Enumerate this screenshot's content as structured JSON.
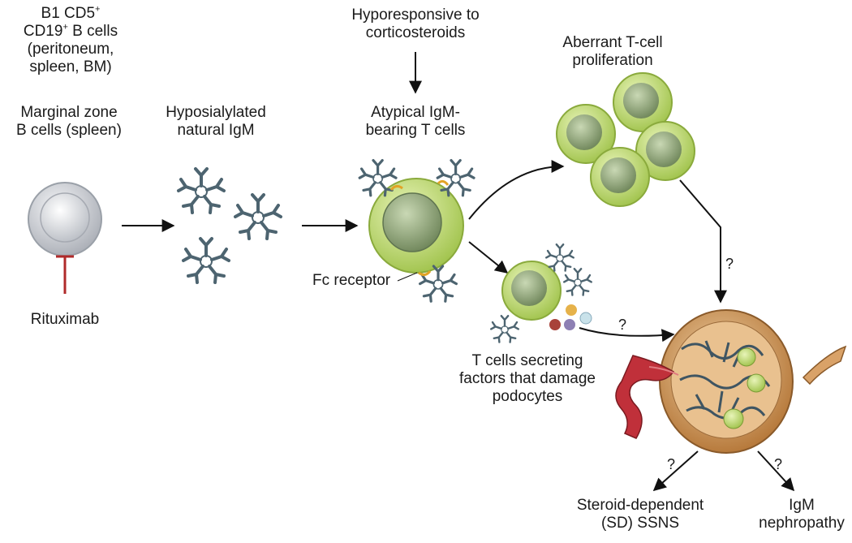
{
  "labels": {
    "b1_cells": {
      "line1": "B1 CD5",
      "sup1": "+",
      "line2a": "CD19",
      "sup2": "+",
      "line2b": " B cells",
      "line3": "(peritoneum,",
      "line4": "spleen, BM)"
    },
    "marginal_zone": {
      "line1": "Marginal zone",
      "line2": "B cells (spleen)"
    },
    "rituximab": "Rituximab",
    "hyposialylated": {
      "line1": "Hyposialylated",
      "line2": "natural IgM"
    },
    "hyporesponsive": {
      "line1": "Hyporesponsive to",
      "line2": "corticosteroids"
    },
    "atypical": {
      "line1": "Atypical IgM-",
      "line2": "bearing T cells"
    },
    "fc_receptor": "Fc receptor",
    "aberrant": {
      "line1": "Aberrant T-cell",
      "line2": "proliferation"
    },
    "t_cells_secreting": {
      "line1": "T cells secreting",
      "line2": "factors that damage",
      "line3": "podocytes"
    },
    "sd_ssns": {
      "line1": "Steroid-dependent",
      "line2": "(SD) SSNS"
    },
    "igm_nephropathy": {
      "line1": "IgM",
      "line2": "nephropathy"
    },
    "question_mark": "?"
  },
  "colors": {
    "arrow": "#111111",
    "inhibit": "#b02a2a",
    "tcell_outer": "#c9e07a",
    "tcell_nucleus": "#8fa56e",
    "bcell_outer": "#cfd2d8",
    "igm": "#4d6470",
    "glomerulus": "#c98c4a",
    "artery": "#c0303a"
  }
}
